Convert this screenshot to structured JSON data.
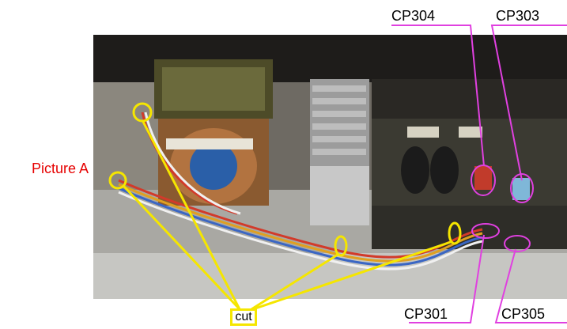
{
  "figure": {
    "picture_label": "Picture A",
    "labels": {
      "cp304": "CP304",
      "cp303": "CP303",
      "cp301": "CP301",
      "cp305": "CP305",
      "cut": "cut"
    },
    "colors": {
      "picture_label": "#e60000",
      "connector_markers": "#e040e0",
      "cut_markers": "#f5e600"
    }
  }
}
